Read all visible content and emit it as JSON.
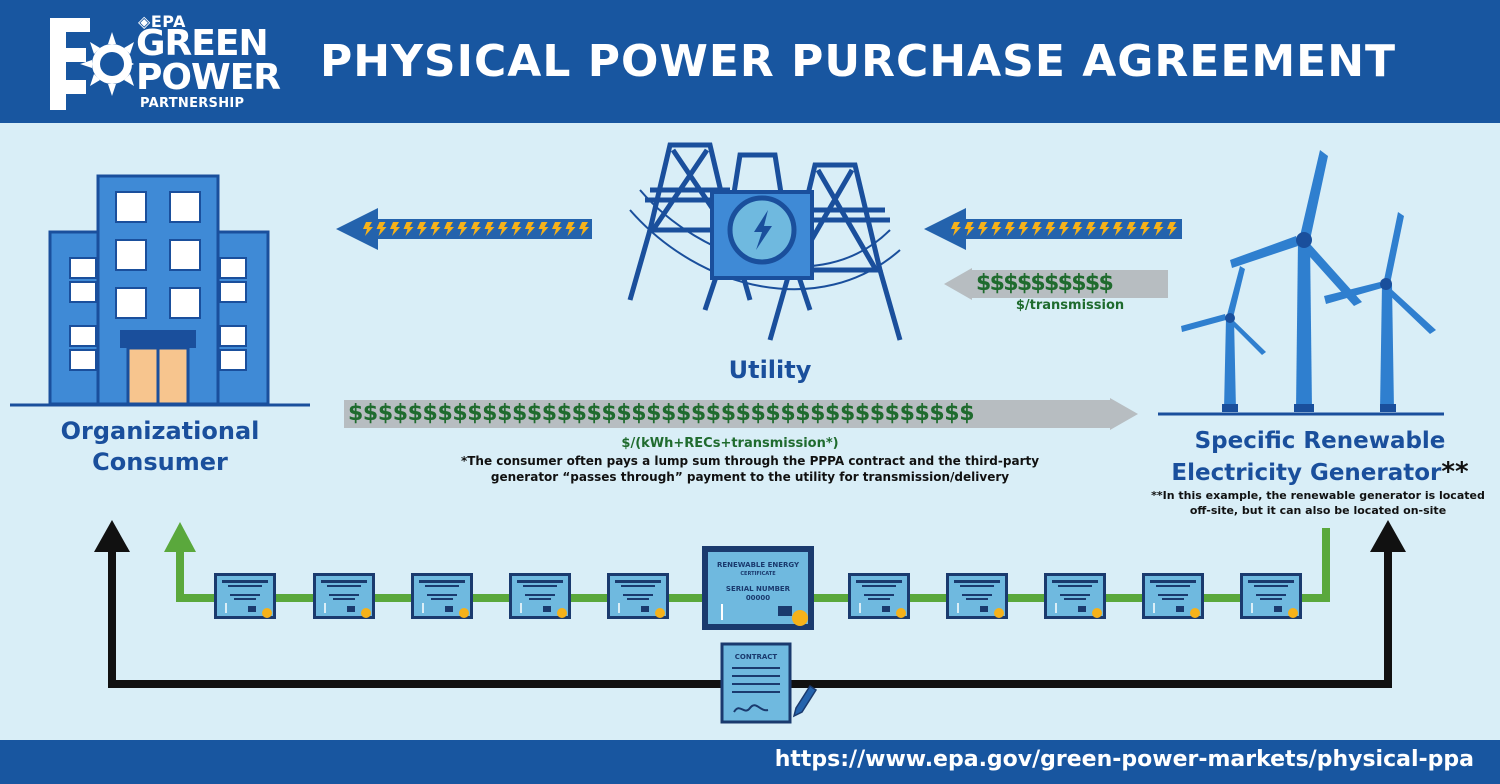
{
  "logo": {
    "agency": "EPA",
    "line1": "GREEN",
    "line2": "POWER",
    "line3": "PARTNERSHIP"
  },
  "title": "PHYSICAL POWER PURCHASE AGREEMENT",
  "nodes": {
    "consumer": {
      "line1": "Organizational",
      "line2": "Consumer"
    },
    "utility": "Utility",
    "generator": {
      "line1": "Specific Renewable",
      "line2": "Electricity Generator",
      "mark": "**"
    }
  },
  "flows": {
    "transmission_payment": {
      "symbols": "$$$$$$$$$$",
      "label": "$/transmission"
    },
    "consumer_payment": {
      "symbols": "$$$$$$$$$$$$$$$$$$$$$$$$$$$$$$$$$$$$$$$$$$",
      "label": "$/(kWh+RECs+transmission*)",
      "note_line1": "*The consumer often pays a lump sum through the PPPA contract and the third-party",
      "note_line2": "generator “passes through” payment to the utility for transmission/delivery"
    }
  },
  "generator_note": {
    "line1": "**In this example, the renewable generator is located",
    "line2": "off-site, but it can also be located on-site"
  },
  "certificate": {
    "title": "RENEWABLE ENERGY",
    "subtitle": "CERTIFICATE",
    "serial_label": "SERIAL NUMBER",
    "serial_value": "00000",
    "small_count_left": 5,
    "small_count_right": 5
  },
  "contract": {
    "title": "CONTRACT"
  },
  "footer_url": "https://www.epa.gov/green-power-markets/physical-ppa",
  "colors": {
    "header_blue": "#1856a0",
    "background": "#d9eef7",
    "energy_blue": "#2463ad",
    "money_green": "#1f6b2e",
    "rec_green": "#5aa83c",
    "contract_black": "#111111",
    "bolt_yellow": "#f6b21a",
    "door_peach": "#f7c58e"
  }
}
